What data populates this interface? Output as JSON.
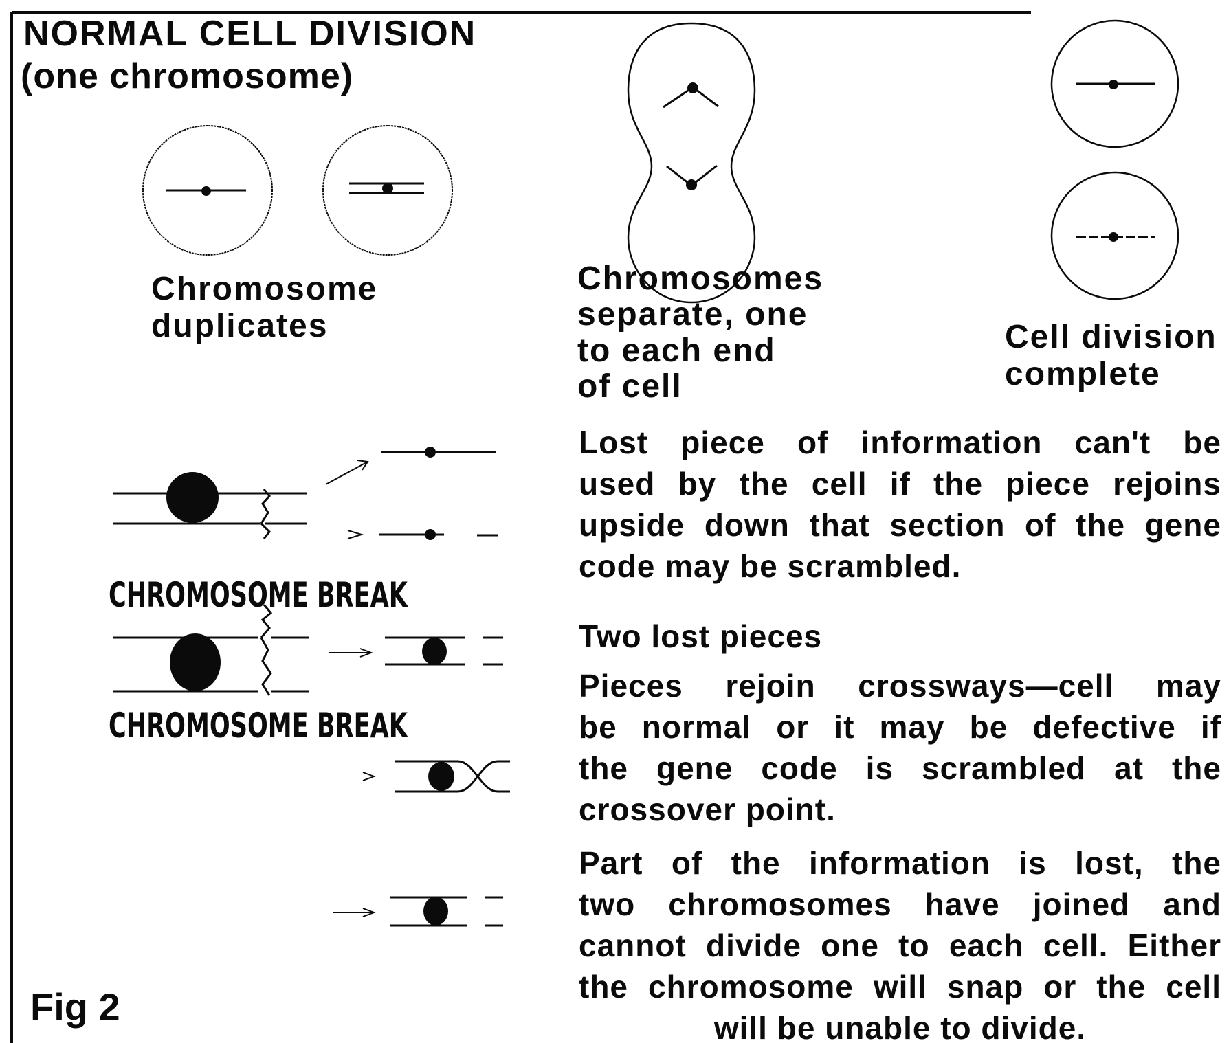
{
  "colors": {
    "ink": "#0b0b0b",
    "paper": "#ffffff"
  },
  "header": {
    "title": "NORMAL   CELL   DIVISION",
    "subtitle": "(one  chromosome)"
  },
  "stages": {
    "duplicate": [
      "Chromosome",
      "duplicates"
    ],
    "separate": [
      "Chromosomes",
      "separate, one",
      "to each end",
      "of cell"
    ],
    "complete": [
      "Cell division",
      "complete"
    ]
  },
  "breaks": {
    "label_1": "CHROMOSOME BREAK",
    "label_2": "CHROMOSOME BREAK"
  },
  "notes": {
    "lost_piece": [
      "Lost piece of information can't be",
      "used by the cell if the piece rejoins",
      "upside down that section of the gene",
      "code may be scrambled."
    ],
    "two_lost": "Two lost pieces",
    "crossways": [
      "Pieces rejoin crossways—cell may",
      "be normal or it may be defective if",
      "the gene code is scrambled at the",
      "crossover point."
    ],
    "joined": [
      "Part of the information is lost, the",
      "two chromosomes have joined and",
      "cannot divide one to each cell. Either",
      "the chromosome will snap or the cell",
      "will be unable to divide."
    ]
  },
  "figure_label": "Fig 2"
}
